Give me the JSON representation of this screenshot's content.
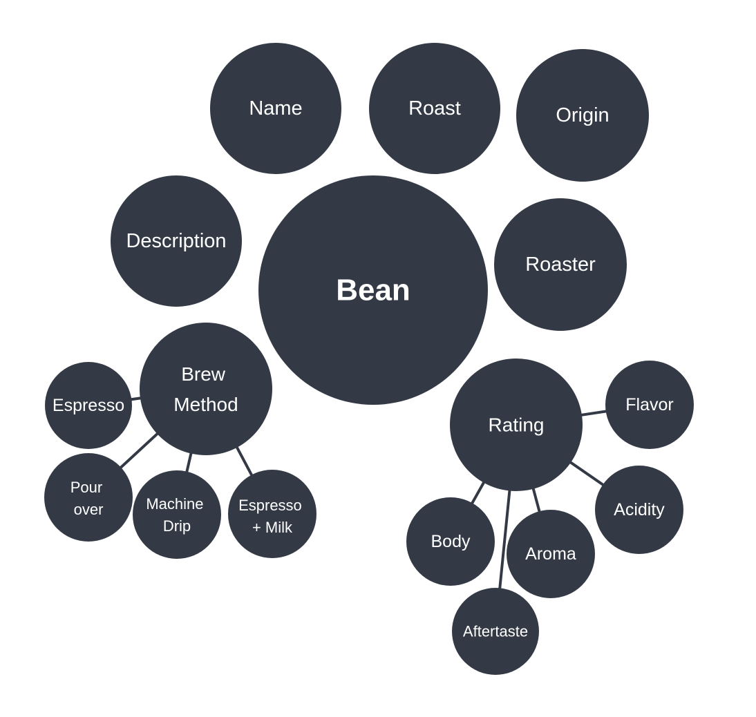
{
  "diagram": {
    "center": "Bean",
    "attributes": [
      "Name",
      "Roast",
      "Origin",
      "Description",
      "Roaster"
    ],
    "brew_method": {
      "label_lines": [
        "Brew",
        "Method"
      ],
      "children": [
        [
          "Espresso"
        ],
        [
          "Pour",
          "over"
        ],
        [
          "Machine",
          "Drip"
        ],
        [
          "Espresso",
          "+ Milk"
        ]
      ]
    },
    "rating": {
      "label": "Rating",
      "children": [
        "Flavor",
        "Acidity",
        "Aroma",
        "Body",
        "Aftertaste"
      ]
    }
  },
  "colors": {
    "bubble": "#343a45",
    "text": "#ffffff",
    "background": "#ffffff"
  }
}
